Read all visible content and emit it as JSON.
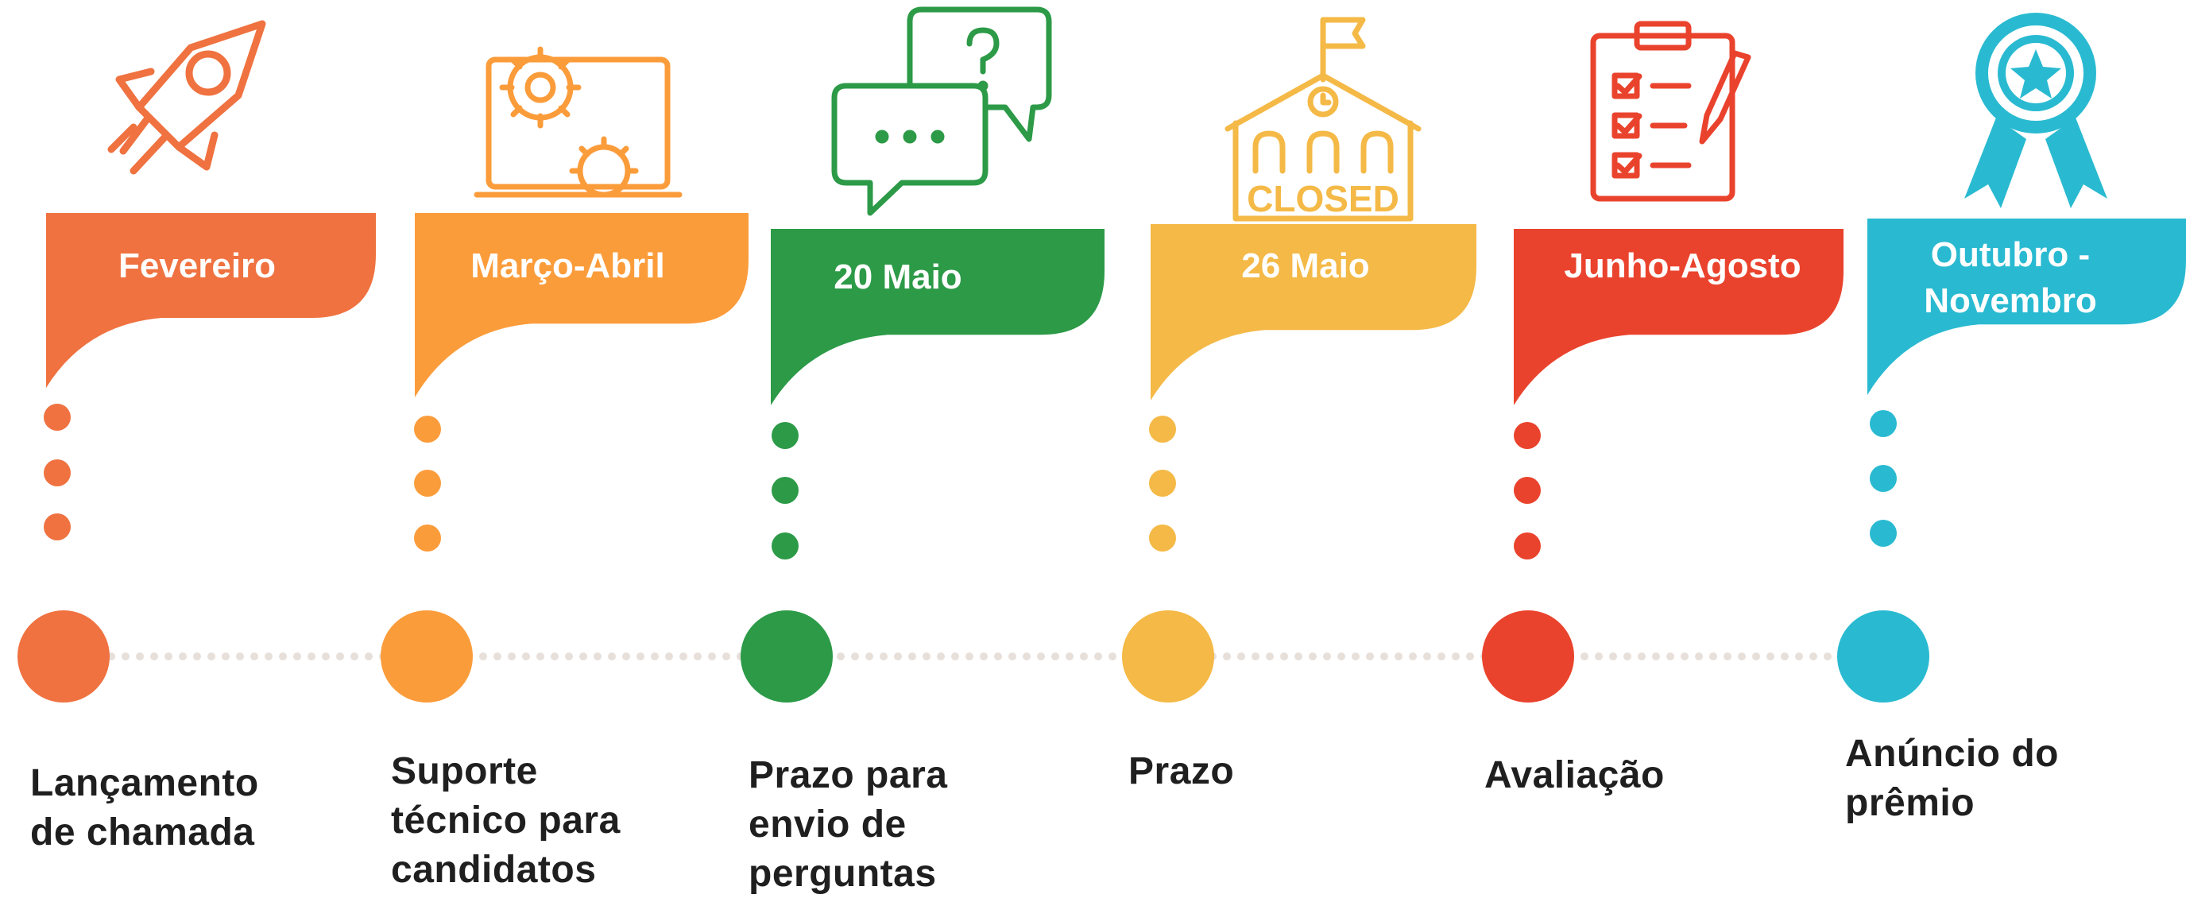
{
  "steps": [
    {
      "date": "Fevereiro",
      "label": "Lançamento\nde chamada",
      "color": "#ef7240",
      "icon": "rocket-icon"
    },
    {
      "date": "Março-Abril",
      "label": "Suporte\ntécnico para\ncandidatos",
      "color": "#fb9c3b",
      "icon": "laptop-gears-icon"
    },
    {
      "date": "20 Maio",
      "label": "Prazo para\nenvio de\nperguntas",
      "color": "#2c9a47",
      "icon": "chat-question-icon"
    },
    {
      "date": "26 Maio",
      "label": "Prazo",
      "color": "#f4b946",
      "icon": "closed-school-icon"
    },
    {
      "date": "Junho-Agosto",
      "label": "Avaliação",
      "color": "#ea432d",
      "icon": "checklist-clipboard-icon"
    },
    {
      "date": "Outubro -\nNovembro",
      "label": "Anúncio do\nprêmio",
      "color": "#29bad1",
      "icon": "award-ribbon-icon"
    }
  ],
  "closed_sign": "CLOSED",
  "connector_color": "#e7dfda"
}
